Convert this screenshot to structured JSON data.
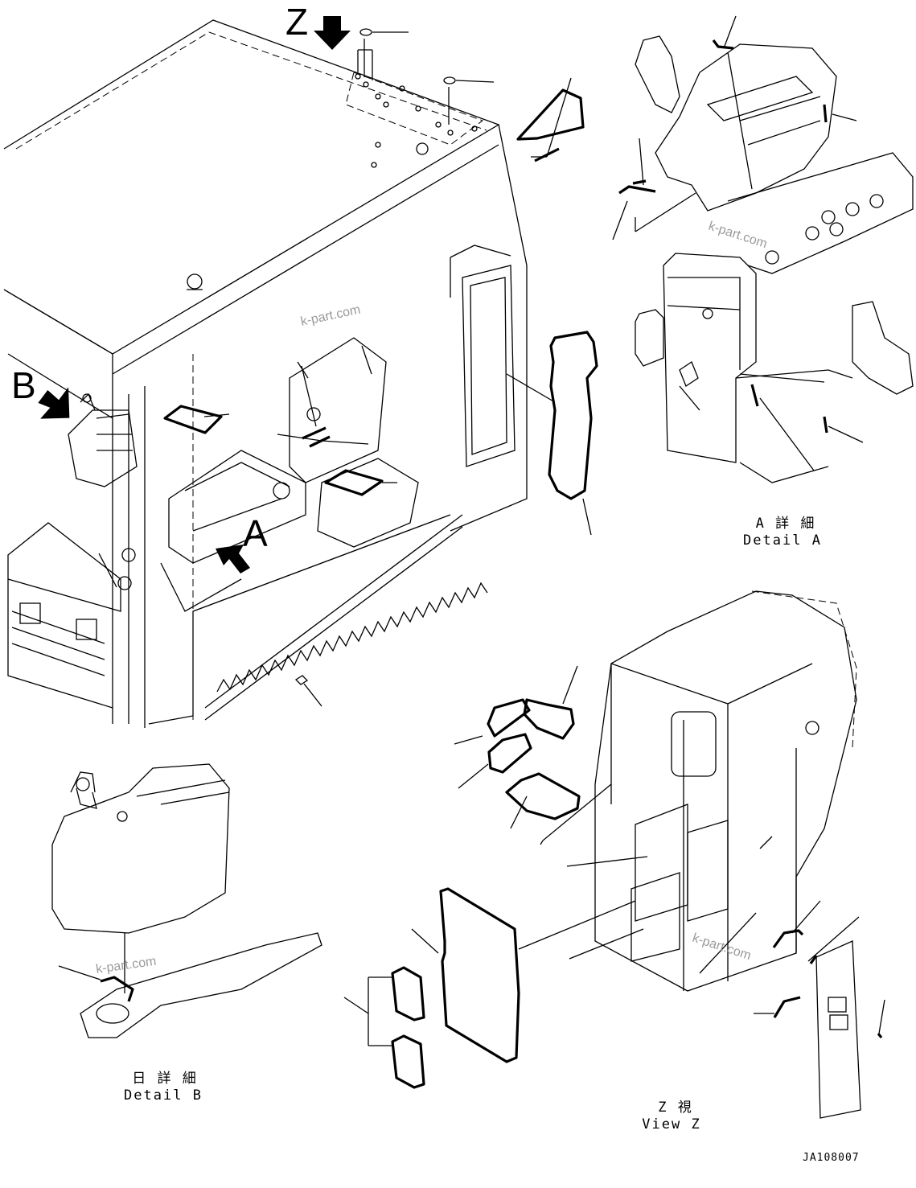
{
  "view_labels": {
    "z": "Z",
    "b": "B",
    "a": "A"
  },
  "captions": {
    "detail_a_jp": "A 詳 細",
    "detail_a_en": "Detail A",
    "detail_b_jp": "日 詳 細",
    "detail_b_en": "Detail B",
    "view_z_jp": "Z  視",
    "view_z_en": "View Z"
  },
  "drawing_number": "JA108007",
  "watermark_text": "k-part.com"
}
